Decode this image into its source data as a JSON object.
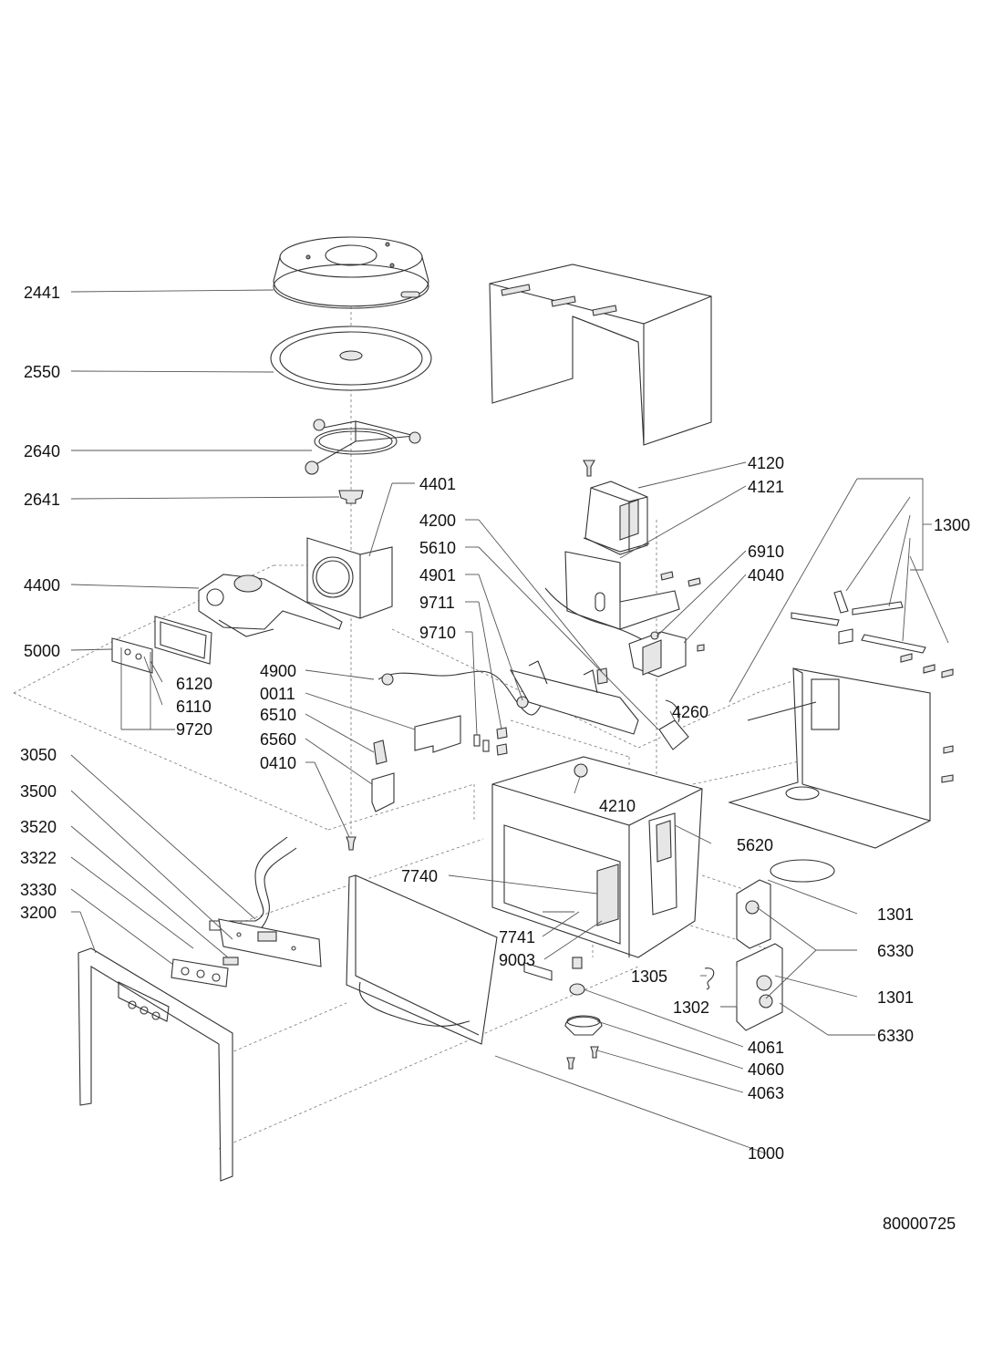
{
  "document_id": "80000725",
  "labels": [
    "2441",
    "2550",
    "2640",
    "2641",
    "4400",
    "5000",
    "6120",
    "6110",
    "9720",
    "3050",
    "3500",
    "3520",
    "3322",
    "3330",
    "3200",
    "4401",
    "4200",
    "5610",
    "4901",
    "9711",
    "9710",
    "4900",
    "0011",
    "6510",
    "6560",
    "0410",
    "4120",
    "4121",
    "6910",
    "4040",
    "4260",
    "4210",
    "5620",
    "7740",
    "7741",
    "9003",
    "1300",
    "1301",
    "6330",
    "1301",
    "6330",
    "1305",
    "1302",
    "4061",
    "4060",
    "4063",
    "1000"
  ],
  "colors": {
    "line": "#333333",
    "text": "#111111",
    "background": "#ffffff"
  }
}
